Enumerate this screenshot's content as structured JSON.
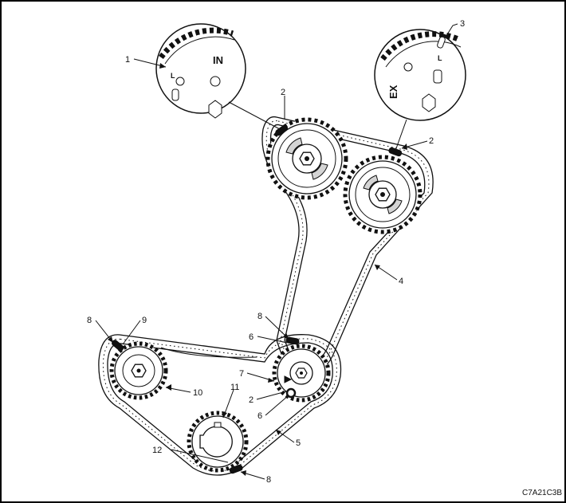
{
  "figure_code": "C7A21C3B",
  "inset_marks": {
    "intake": "IN",
    "exhaust": "EX",
    "timing_letter": "L"
  },
  "callouts": [
    {
      "id": "c1",
      "text": "1"
    },
    {
      "id": "c2a",
      "text": "2"
    },
    {
      "id": "c3",
      "text": "3"
    },
    {
      "id": "c2b",
      "text": "2"
    },
    {
      "id": "c4",
      "text": "4"
    },
    {
      "id": "c8a",
      "text": "8"
    },
    {
      "id": "c9",
      "text": "9"
    },
    {
      "id": "c8b",
      "text": "8"
    },
    {
      "id": "c6a",
      "text": "6"
    },
    {
      "id": "c7",
      "text": "7"
    },
    {
      "id": "c10",
      "text": "10"
    },
    {
      "id": "c11",
      "text": "11"
    },
    {
      "id": "c2c",
      "text": "2"
    },
    {
      "id": "c6b",
      "text": "6"
    },
    {
      "id": "c5",
      "text": "5"
    },
    {
      "id": "c12",
      "text": "12"
    },
    {
      "id": "c8c",
      "text": "8"
    }
  ],
  "colors": {
    "line": "#111111",
    "fill": "#ffffff",
    "shade": "#d4d4d4"
  }
}
